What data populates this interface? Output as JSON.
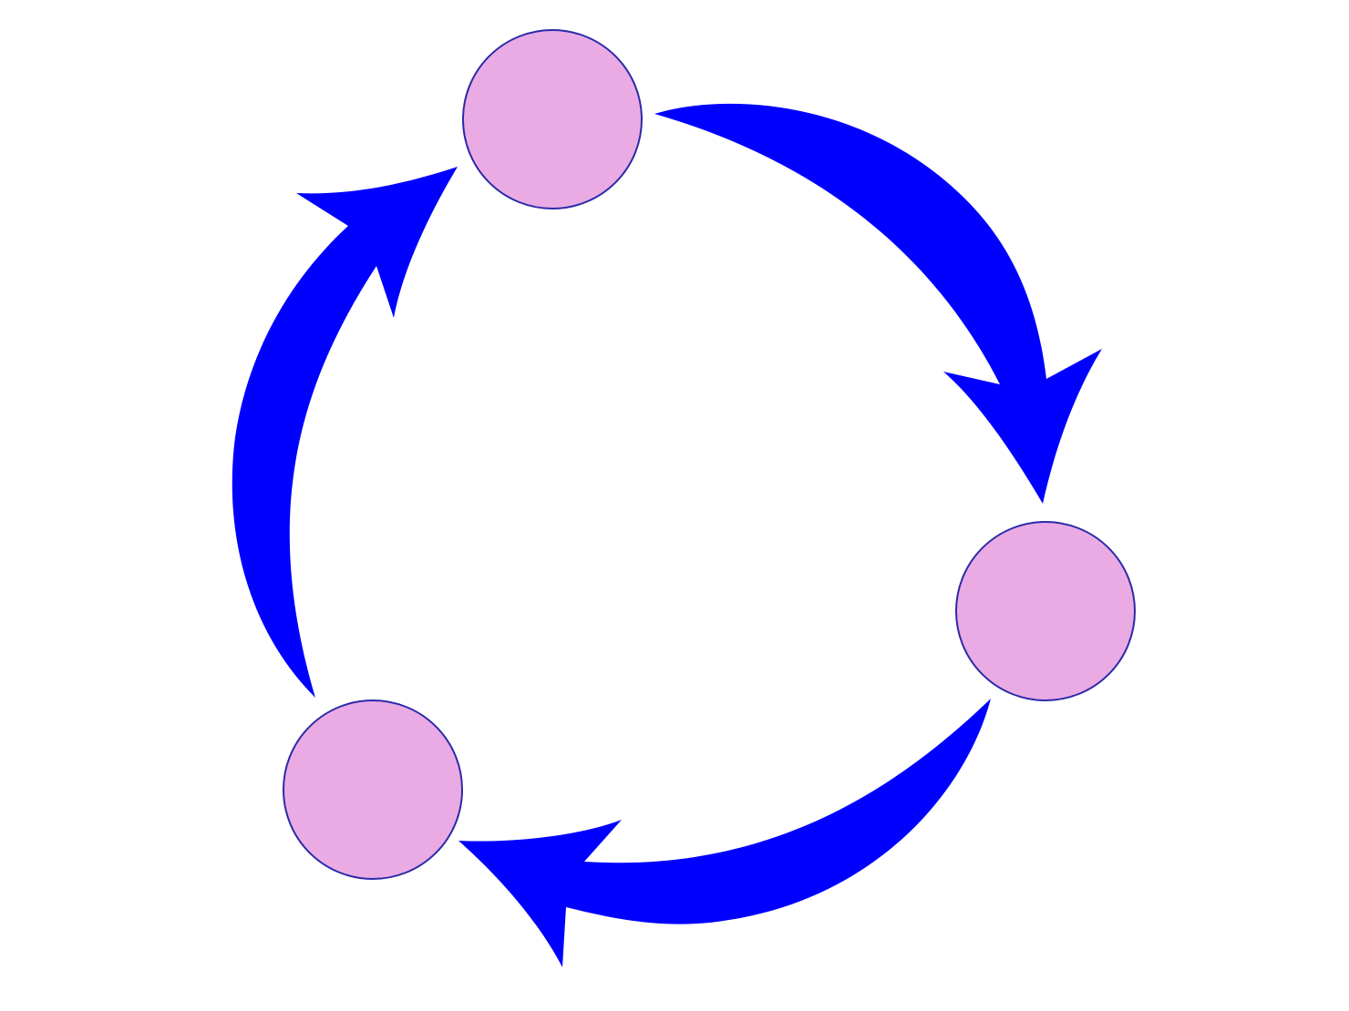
{
  "diagram": {
    "type": "cycle",
    "direction": "clockwise",
    "node_count": 3,
    "edge_count": 3,
    "nodes": [
      {
        "id": "node-top",
        "label": ""
      },
      {
        "id": "node-right",
        "label": ""
      },
      {
        "id": "node-bottom-left",
        "label": ""
      }
    ],
    "edges": [
      {
        "from": "node-top",
        "to": "node-right"
      },
      {
        "from": "node-right",
        "to": "node-bottom-left"
      },
      {
        "from": "node-bottom-left",
        "to": "node-top"
      }
    ]
  },
  "colors": {
    "background": "#ffffff",
    "node_fill": "#eaabe5",
    "node_stroke": "#2b2aa8",
    "arrow_fill": "#0000ff"
  }
}
